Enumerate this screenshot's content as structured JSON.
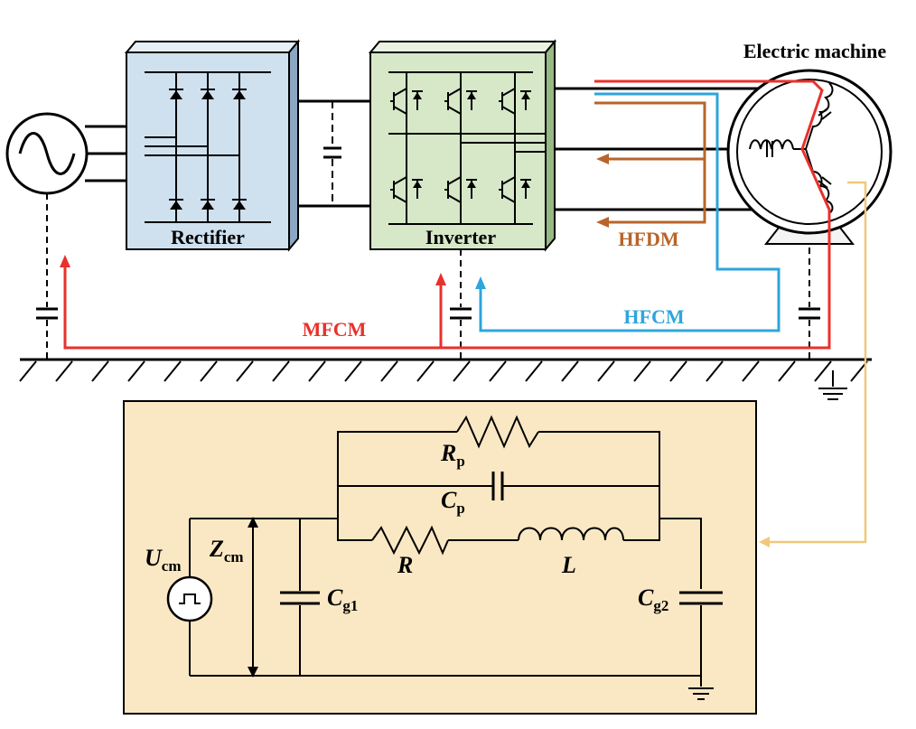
{
  "labels": {
    "electric_machine": "Electric machine",
    "rectifier": "Rectifier",
    "inverter": "Inverter",
    "hfdm": "HFDM",
    "hfcm": "HFCM",
    "mfcm": "MFCM"
  },
  "circuit": {
    "rp_main": "R",
    "rp_sub": "p",
    "cp_main": "C",
    "cp_sub": "p",
    "r": "R",
    "l": "L",
    "ucm_main": "U",
    "ucm_sub": "cm",
    "zcm_main": "Z",
    "zcm_sub": "cm",
    "cg1_main": "C",
    "cg1_sub": "g1",
    "cg2_main": "C",
    "cg2_sub": "g2"
  },
  "colors": {
    "mfcm": "#e8312c",
    "hfcm": "#2ea5dc",
    "hfdm": "#b8642a",
    "equivalent_link": "#f0c879",
    "rectifier_fill": "#cfe0ee",
    "inverter_fill": "#d6e8c8",
    "circuit_panel_fill": "#fae8c4"
  }
}
